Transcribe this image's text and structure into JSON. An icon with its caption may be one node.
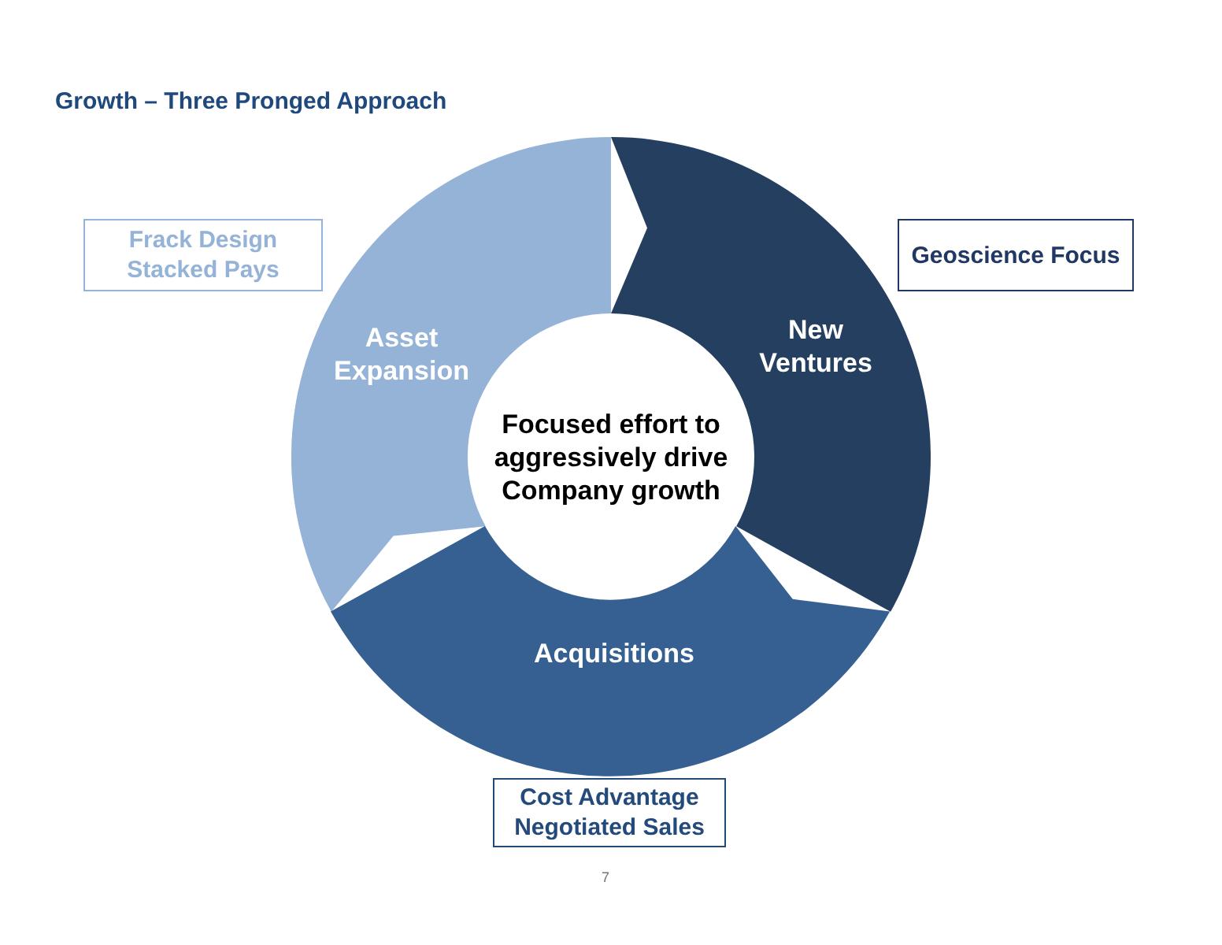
{
  "diagram": {
    "title": "Growth – Three Pronged Approach",
    "nodes": [
      {
        "text": [
          "Frack Design Stacked Pays"
        ]
      },
      {
        "text": [
          "Asset Expansion"
        ]
      },
      {
        "text": [
          "New Ventures"
        ]
      },
      {
        "text": [
          "Geoscience Focus"
        ]
      },
      {
        "text": [
          "Focused effort to aggressively drive Company growth"
        ]
      },
      {
        "text": [
          "Acquisitions"
        ]
      },
      {
        "text": [
          "Cost Advantage Negotiated Sales"
        ]
      }
    ],
    "labels": [
      "7"
    ]
  }
}
